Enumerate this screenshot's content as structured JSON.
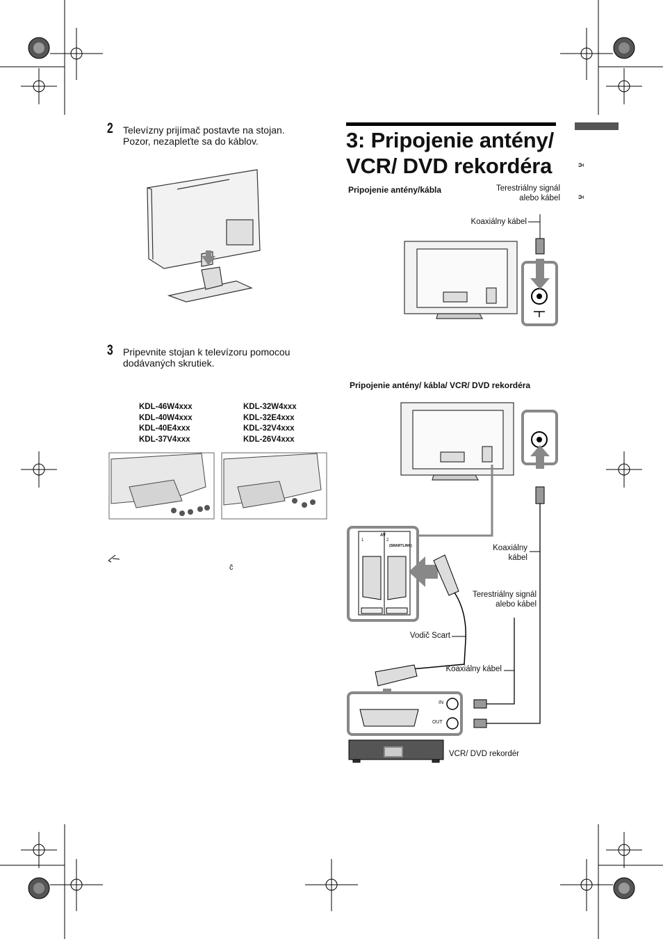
{
  "left": {
    "step2": {
      "number": "2",
      "text_line1": "Televízny prijímač postavte na stojan.",
      "text_line2": "Pozor, nezapleťte sa do káblov."
    },
    "step3": {
      "number": "3",
      "text_line1": "Pripevnite stojan k televízoru pomocou",
      "text_line2": "dodávaných skrutiek."
    },
    "models_left": [
      "KDL-46W4xxx",
      "KDL-40W4xxx",
      "KDL-40E4xxx",
      "KDL-37V4xxx"
    ],
    "models_right": [
      "KDL-32W4xxx",
      "KDL-32E4xxx",
      "KDL-32V4xxx",
      "KDL-26V4xxx"
    ],
    "note_char": "č"
  },
  "section": {
    "title_line1": "3: Pripojenie antény/",
    "title_line2": "VCR/ DVD rekordéra",
    "sub1": "Pripojenie antény/kábla",
    "sub2": "Pripojenie antény/ kábla/ VCR/ DVD rekordéra"
  },
  "labels": {
    "terrestrial_1a": "Terestriálny signál",
    "terrestrial_1b": "alebo kábel",
    "coax_1": "Koaxiálny kábel",
    "coax_2a": "Koaxiálny",
    "coax_2b": "kábel",
    "terrestrial_2a": "Terestriálny signál",
    "terrestrial_2b": "alebo kábel",
    "scart": "Vodič Scart",
    "coax_3": "Koaxiálny kábel",
    "recorder": "VCR/ DVD rekordér",
    "in": "IN",
    "out": "OUT",
    "av": "AV",
    "av1": "1",
    "av2": "2",
    "smartlink": "(SMARTLINK)"
  },
  "side": {
    "glyph1": "ɔ‹",
    "glyph2": "ɔ‹"
  }
}
